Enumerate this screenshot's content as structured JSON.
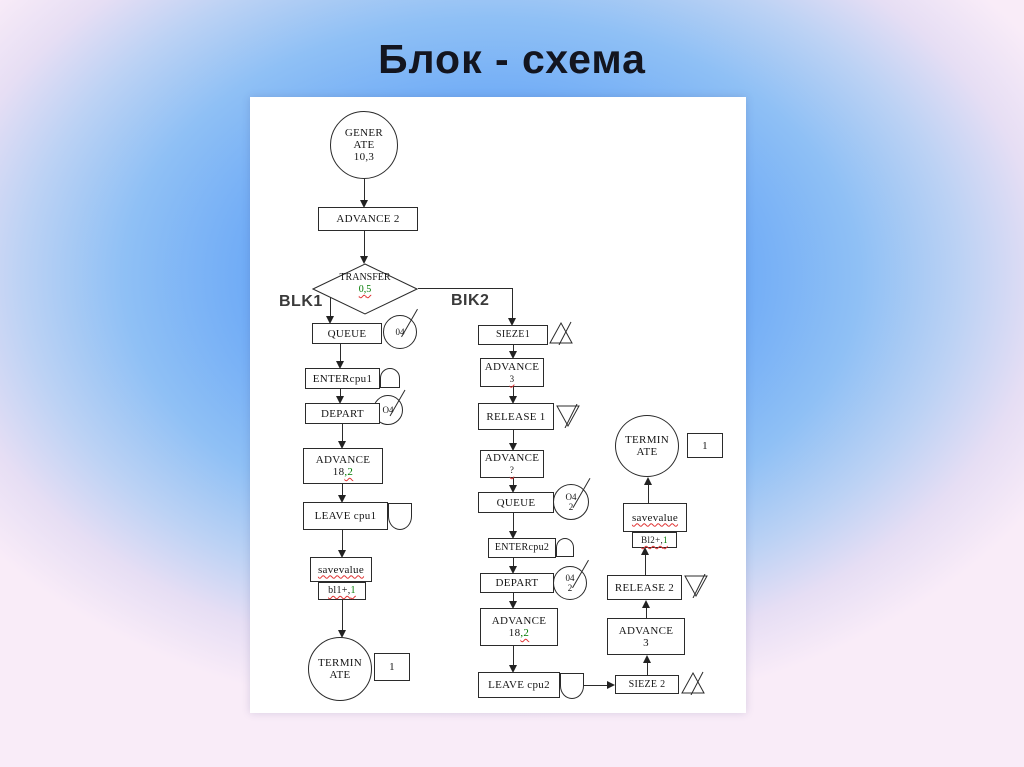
{
  "slide": {
    "title": "Блок - схема"
  },
  "branch_labels": {
    "left": "BLK1",
    "right": "BIK2"
  },
  "colors": {
    "ink": "#1a1a1a",
    "green": "#007a00",
    "squiggle_red": "#e03131",
    "panel": "#ffffff"
  },
  "nodes": {
    "generate": {
      "l1": "GENER",
      "l2": "ATE",
      "l3": "10,3"
    },
    "advance2": {
      "label": "ADVANCE 2"
    },
    "transfer": {
      "l1": "TRANSFER",
      "l2": "0,5"
    },
    "queue1": {
      "label": "QUEUE",
      "badge": "04"
    },
    "entercpu1": {
      "label": "ENTERcpu1"
    },
    "depart1": {
      "label": "DEPART",
      "badge": "O4"
    },
    "advance18a": {
      "l1": "ADVANCE",
      "num": "18",
      "suffix": ",2"
    },
    "leavecpu1": {
      "label": "LEAVE cpu1"
    },
    "savevalue1": {
      "label": "savevalue",
      "arg_main": "bl1+,",
      "arg_tail": "1"
    },
    "terminate1": {
      "l1": "TERMIN",
      "l2": "ATE",
      "count": "1"
    },
    "sieze1": {
      "label": "SIEZE1"
    },
    "advance3a": {
      "l1": "ADVANCE",
      "l2": "3"
    },
    "release1": {
      "label": "RELEASE 1"
    },
    "advanceq": {
      "l1": "ADVANCE",
      "l2": "?"
    },
    "queue2": {
      "label": "QUEUE",
      "badge1": "O4",
      "badge2": "2"
    },
    "entercpu2": {
      "label": "ENTERcpu2"
    },
    "depart2": {
      "label": "DEPART",
      "badge1": "04",
      "badge2": "2"
    },
    "advance18b": {
      "l1": "ADVANCE",
      "num": "18",
      "suffix": ",2"
    },
    "leavecpu2": {
      "label": "LEAVE cpu2"
    },
    "sieze2": {
      "label": "SIEZE 2"
    },
    "advance3b": {
      "l1": "ADVANCE",
      "l2": "3"
    },
    "release2": {
      "label": "RELEASE 2"
    },
    "savevalue2": {
      "label": "savevalue",
      "arg_main": "Bl2+,",
      "arg_tail": "1"
    },
    "terminate2": {
      "l1": "TERMIN",
      "l2": "ATE",
      "count": "1"
    }
  }
}
